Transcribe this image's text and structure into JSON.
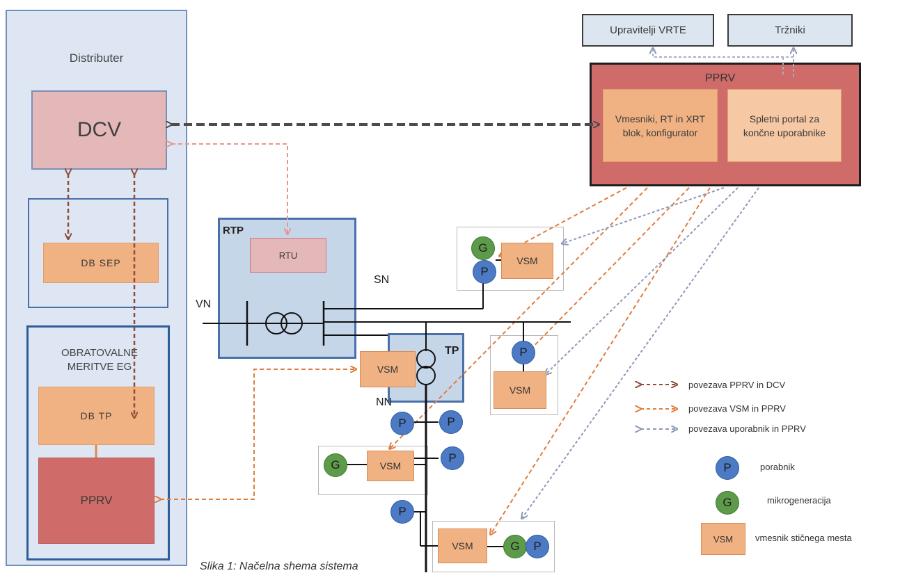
{
  "distributor": {
    "title": "Distributer",
    "dcv": "DCV",
    "db_sep": "DB SEP",
    "meas_title_1": "OBRATOVALNE",
    "meas_title_2": "MERITVE EG",
    "db_tp": "DB TP",
    "pprv": "PPRV"
  },
  "external": {
    "vrte": "Upravitelji VRTE",
    "trzniki": "Tržniki"
  },
  "pprv_main": {
    "label": "PPRV",
    "inner1": "Vmesniki, RT in XRT blok, konfigurator",
    "inner2": "Spletni portal za končne uporabnike"
  },
  "network": {
    "rtp": "RTP",
    "rtu": "RTU",
    "sn": "SN",
    "vn": "VN",
    "tp": "TP",
    "nn": "NN"
  },
  "symbols": {
    "vsm": "VSM",
    "p": "P",
    "g": "G"
  },
  "legend": {
    "link1": "povezava PPRV in DCV",
    "link2": "povezava VSM in PPRV",
    "link3": "povezava uporabnik in PPRV",
    "p_desc": "porabnik",
    "g_desc": "mikrogeneracija",
    "vsm_desc": "vmesnik stičnega mesta"
  },
  "caption": "Slika 1: Načelna shema sistema",
  "colors": {
    "link_pprv_dcv": "#8e4d3c",
    "link_vsm_pprv": "#e07c3e",
    "link_user_pprv": "#8f97b8"
  }
}
